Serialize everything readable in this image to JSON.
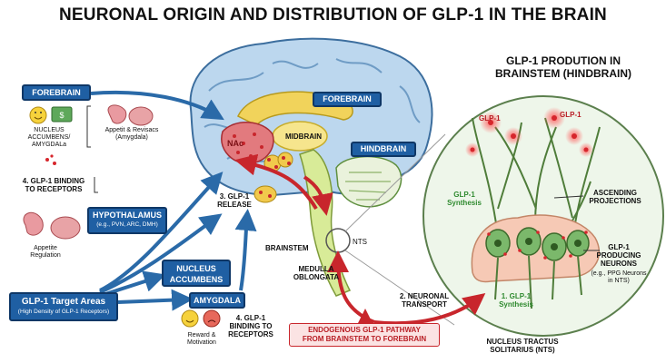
{
  "title": "NEURONAL ORIGIN AND DISTRIBUTION OF GLP-1 IN THE BRAIN",
  "inset": {
    "title_line1": "GLP-1 PRODUTION IN",
    "title_line2": "BRAINSTEM (HINDBRAIN)",
    "glp1_left": "GLP-1",
    "glp1_right": "GLP-1",
    "synthesis_line1": "GLP-1",
    "synthesis_line2": "Synthesis",
    "ascending_line1": "ASCENDING",
    "ascending_line2": "PROJECTIONS",
    "producing_line1": "GLP-1",
    "producing_line2": "PRODUCING",
    "producing_line3": "NEURONS",
    "producing_note1": "(e.g., PPG Neurons",
    "producing_note2": "in NTS)",
    "step1_line1": "1. GLP-1",
    "step1_line2": "Synthesis",
    "nts_line1": "NUCLEUS TRACTUS",
    "nts_line2": "SOLITARIUS (NTS)"
  },
  "brain": {
    "forebrain": "FOREBRAIN",
    "hindbrain": "HINDBRAIN",
    "midbrain": "MIDBRAIN",
    "nac": "NAc",
    "brainstem": "BRAINSTEM",
    "medulla_line1": "MEDULLA",
    "medulla_line2": "OBLONGATA",
    "nts": "NTS",
    "release_line1": "3. GLP-1",
    "release_line2": "RELEASE",
    "transport_line1": "2. NEURONAL",
    "transport_line2": "TRANSPORT",
    "pathway_line1": "ENDOGENOUS GLP-1 PATHWAY",
    "pathway_line2": "FROM BRAINSTEM TO FOREBRAIN"
  },
  "left": {
    "forebrain_box": "FOREBRAIN",
    "accumbens_line1": "NUCLEUS",
    "accumbens_line2": "ACCUMBENS/",
    "accumbens_line3": "AMYGDALa",
    "appetit_line1": "Appetit & Revisacs",
    "appetit_line2": "(Amygdala)",
    "binding_line1": "4. GLP-1 BINDING",
    "binding_line2": "TO RECEPTORS",
    "hypo_title": "HYPOTHALAMUS",
    "hypo_sub": "(e.g., PVN, ARC, DMH)",
    "appetite_line1": "Appetite",
    "appetite_line2": "Regulation",
    "nac_box_line1": "NUCLEUS",
    "nac_box_line2": "ACCUMBENS",
    "targets_title": "GLP-1 Target Areas",
    "targets_sub": "(High Density of GLP-1 Receptors)",
    "amygdala_box": "AMYGDALA",
    "binding2_line1": "4. GLP-1",
    "binding2_line2": "BINDING TO",
    "binding2_line3": "RECEPTORS",
    "reward_line1": "Reward &",
    "reward_line2": "Motivation"
  },
  "colors": {
    "box_blue": "#1f5fa3",
    "arrow_blue": "#2a6aa8",
    "red_arrow": "#c8262c",
    "brain_blue": "#bcd7ee",
    "inset_bg": "#eef6ea"
  }
}
